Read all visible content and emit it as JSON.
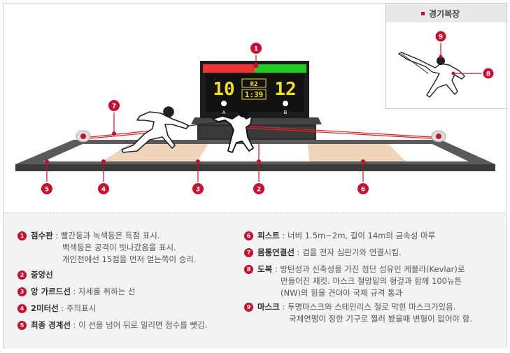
{
  "inset": {
    "title": "경기복장"
  },
  "scoreboard": {
    "score_a": "10",
    "round": "R2",
    "time": "1:39",
    "score_b": "12",
    "label_a": "A",
    "label_b": "B"
  },
  "callouts": [
    "1",
    "2",
    "3",
    "4",
    "5",
    "6",
    "7",
    "8",
    "9"
  ],
  "legend": {
    "left": [
      {
        "num": "1",
        "term": "점수판",
        "lines": [
          "빨간등과 녹색등은 득점 표시.",
          "백색등은 공격이 빗나갔음을 표시.",
          "개인전에선 15점을 먼저 얻는쪽이 승리."
        ]
      },
      {
        "num": "2",
        "term": "중앙선",
        "lines": []
      },
      {
        "num": "3",
        "term": "앙 가르드선",
        "lines": [
          "자세를 취하는 선"
        ]
      },
      {
        "num": "4",
        "term": "2미터선",
        "lines": [
          "주의표시"
        ]
      },
      {
        "num": "5",
        "term": "최종 경계선",
        "lines": [
          "이 선을 넘어 뒤로 밀리면 점수를 뺏김."
        ]
      }
    ],
    "right": [
      {
        "num": "6",
        "term": "피스트",
        "lines": [
          "너비 1.5m~2m, 길이 14m의 금속성 마루"
        ]
      },
      {
        "num": "7",
        "term": "몸통연결선",
        "lines": [
          "검을 전자 심판기와 연결시킴."
        ]
      },
      {
        "num": "8",
        "term": "도복",
        "lines": [
          "방탄성과 신축성을 가진 첨단 섬유인 케블라(Kevlar)로",
          "만들어진 재킷. 마스크 철망밑의 형겊과 함께 100뉴튼",
          "(NW)의 힘을 견뎌야 국제 규격 통과"
        ]
      },
      {
        "num": "9",
        "term": "마스크",
        "lines": [
          "투명마스크와 스테인리스 철로 막힌 마스크가있음.",
          "국제연맹이 정한 기구로 찔러 봤을때 변형이 없어야 함."
        ]
      }
    ]
  }
}
